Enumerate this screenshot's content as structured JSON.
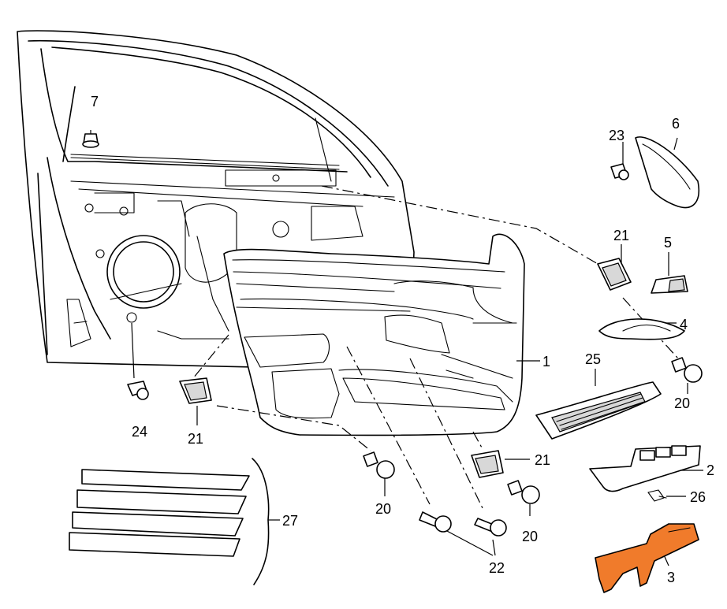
{
  "highlight_color": "#f07b2b",
  "callouts": {
    "c1": "1",
    "c2": "2",
    "c3": "3",
    "c4": "4",
    "c5": "5",
    "c6": "6",
    "c7": "7",
    "c20a": "20",
    "c20b": "20",
    "c20c": "20",
    "c21a": "21",
    "c21b": "21",
    "c21c": "21",
    "c22": "22",
    "c23": "23",
    "c24": "24",
    "c25": "25",
    "c26": "26",
    "c27": "27"
  }
}
